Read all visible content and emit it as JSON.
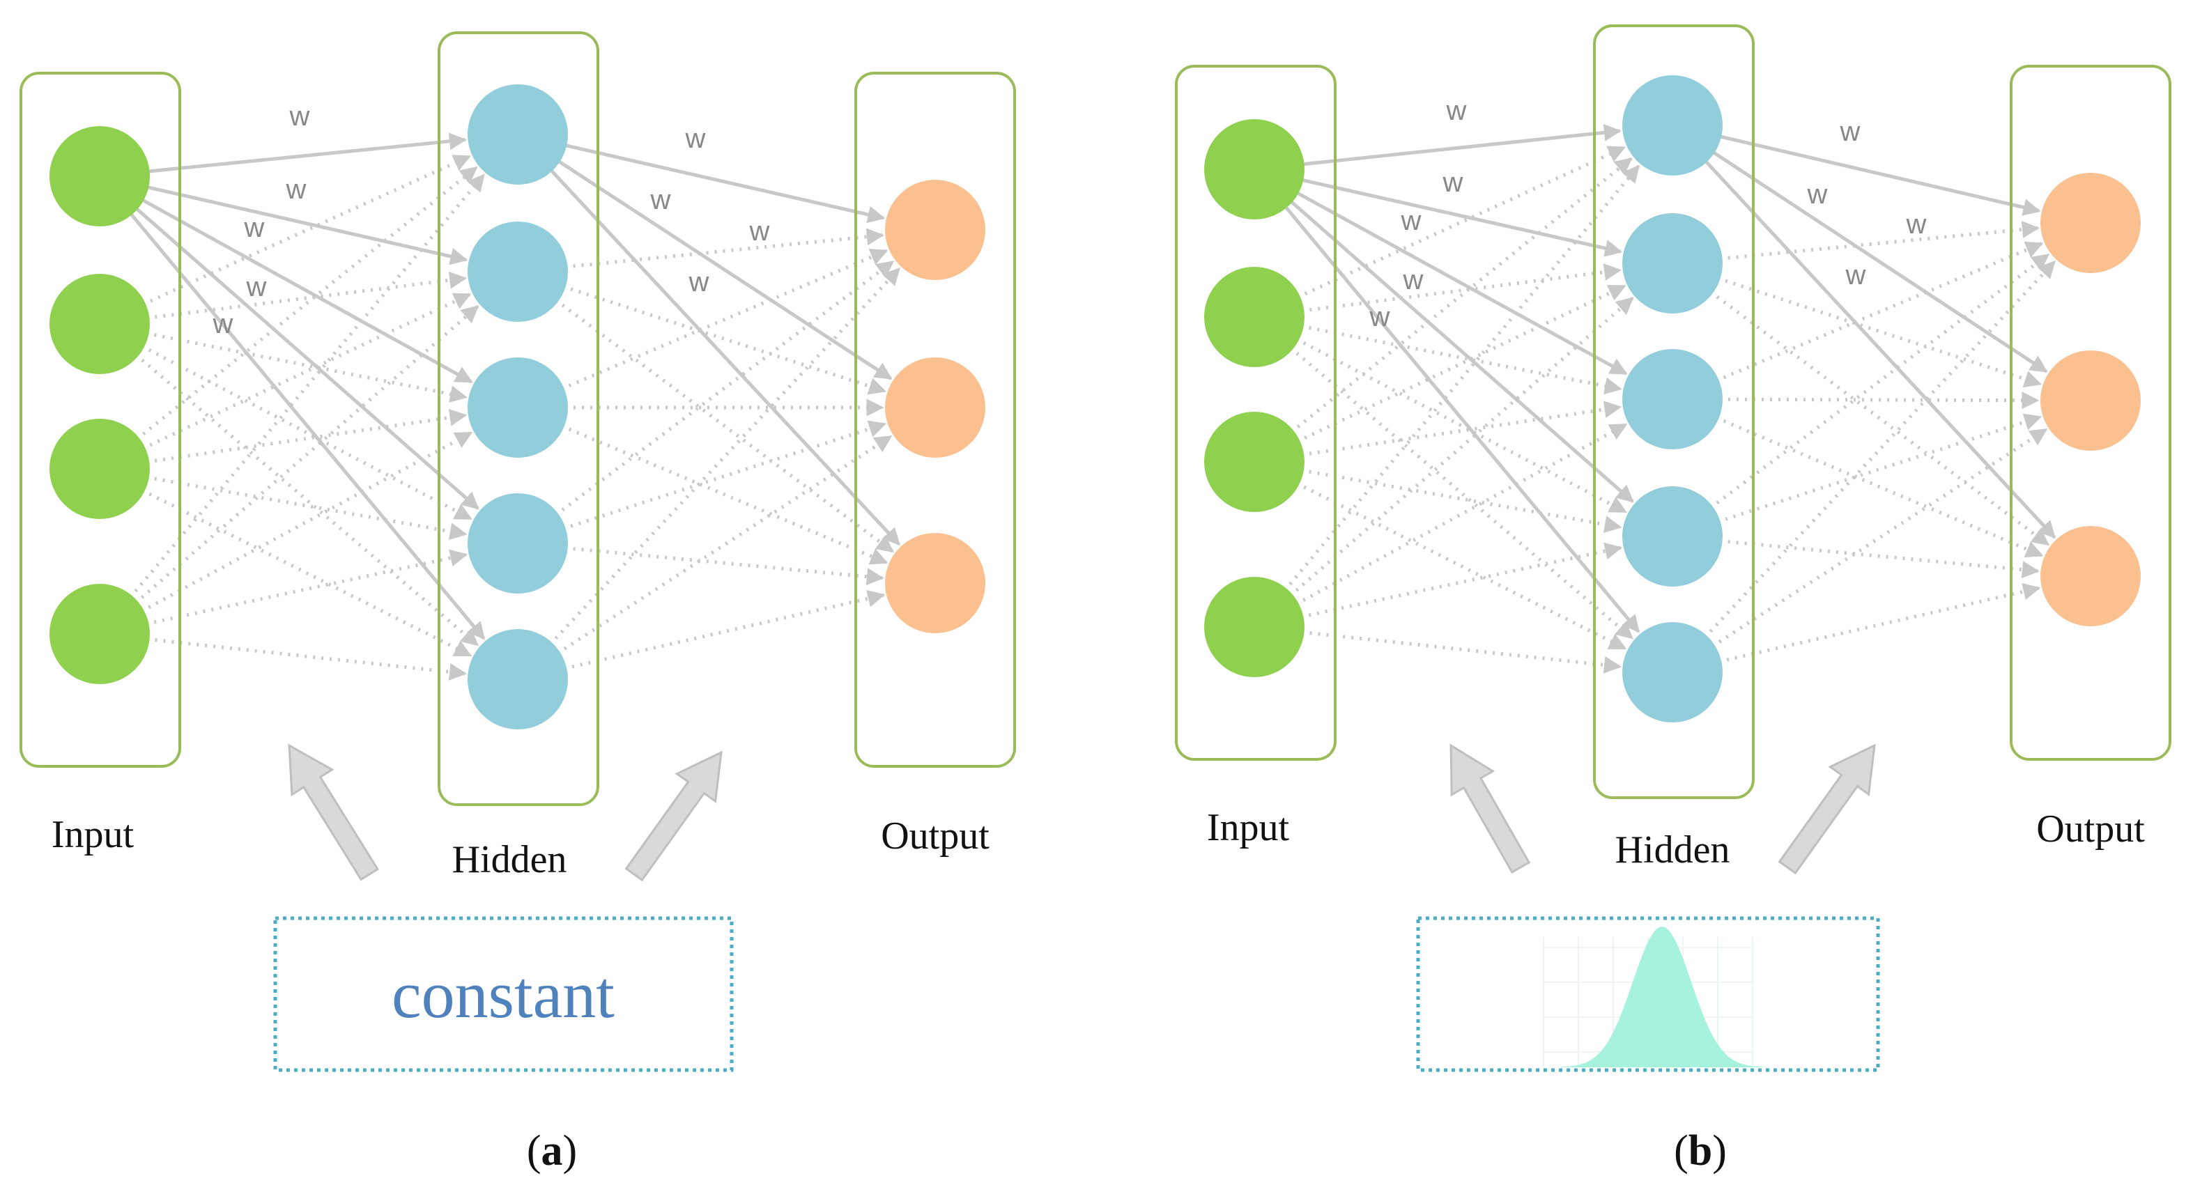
{
  "colors": {
    "input_node": "#8fd14f",
    "hidden_node": "#92cddc",
    "output_node": "#fac08f",
    "layer_border": "#9bbb59",
    "edge": "#c8c8c8",
    "weight_box_border": "#4bacc6",
    "constant_text": "#4f81bd",
    "gaussian_fill": "#a6f2dc",
    "arrow_fill": "#d9d9d9",
    "arrow_edge": "#bfbfbf"
  },
  "panels": [
    {
      "id": "a",
      "caption_open": "(",
      "caption_letter": "a",
      "caption_close": ")",
      "layers": {
        "input": "Input",
        "hidden": "Hidden",
        "output": "Output"
      },
      "weight_label": "w",
      "init_kind": "constant",
      "init_text": "constant"
    },
    {
      "id": "b",
      "caption_open": "(",
      "caption_letter": "b",
      "caption_close": ")",
      "layers": {
        "input": "Input",
        "hidden": "Hidden",
        "output": "Output"
      },
      "weight_label": "w",
      "init_kind": "gaussian",
      "init_text": ""
    }
  ]
}
